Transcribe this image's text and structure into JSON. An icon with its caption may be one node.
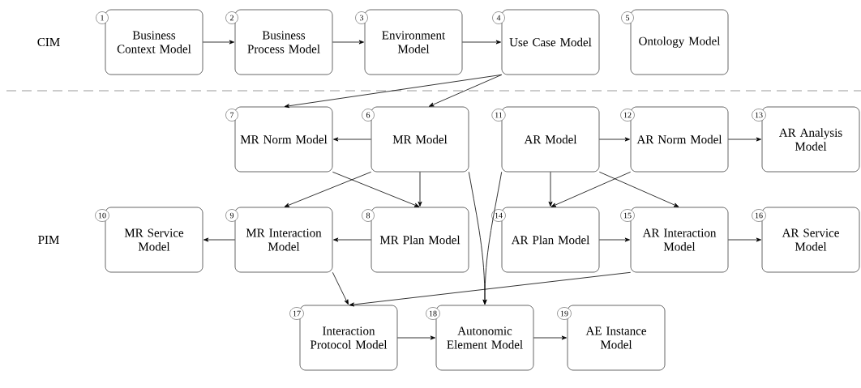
{
  "diagram": {
    "nodes": [
      {
        "text": [
          "Business Context Model"
        ],
        "beside": [
          "1"
        ]
      },
      {
        "text": [
          "Business Process Model"
        ],
        "beside": [
          "2"
        ]
      },
      {
        "text": [
          "Environment Model"
        ],
        "beside": [
          "3"
        ]
      },
      {
        "text": [
          "Use Case Model"
        ],
        "beside": [
          "4"
        ]
      },
      {
        "text": [
          "Ontology Model"
        ],
        "beside": [
          "5"
        ]
      },
      {
        "text": [
          "MR Norm Model"
        ],
        "beside": [
          "7"
        ]
      },
      {
        "text": [
          "MR Model"
        ],
        "beside": [
          "6"
        ]
      },
      {
        "text": [
          "AR Model"
        ],
        "beside": [
          "11"
        ]
      },
      {
        "text": [
          "AR Norm Model"
        ],
        "beside": [
          "12"
        ]
      },
      {
        "text": [
          "AR Analysis Model"
        ],
        "beside": [
          "13"
        ]
      },
      {
        "text": [
          "MR Service Model"
        ],
        "beside": [
          "10"
        ]
      },
      {
        "text": [
          "MR Interaction Model"
        ],
        "beside": [
          "9"
        ]
      },
      {
        "text": [
          "MR Plan Model"
        ],
        "beside": [
          "8"
        ]
      },
      {
        "text": [
          "AR Plan Model"
        ],
        "beside": [
          "14"
        ]
      },
      {
        "text": [
          "AR Interaction Model"
        ],
        "beside": [
          "15"
        ]
      },
      {
        "text": [
          "AR Service Model"
        ],
        "beside": [
          "16"
        ]
      },
      {
        "text": [
          "Interaction Protocol Model"
        ],
        "beside": [
          "17"
        ]
      },
      {
        "text": [
          "Autonomic Element Model"
        ],
        "beside": [
          "18"
        ]
      },
      {
        "text": [
          "AE Instance Model"
        ],
        "beside": [
          "19"
        ]
      }
    ],
    "edges": [
      {
        "from": 0,
        "to": 1,
        "arrow": "to"
      },
      {
        "from": 1,
        "to": 2,
        "arrow": "to"
      },
      {
        "from": 2,
        "to": 3,
        "arrow": "to"
      },
      {
        "from": 3,
        "to": 5,
        "arrow": "to"
      },
      {
        "from": 3,
        "to": 6,
        "arrow": "to"
      },
      {
        "from": 6,
        "to": 5,
        "arrow": "to"
      },
      {
        "from": 6,
        "to": 11,
        "arrow": "to"
      },
      {
        "from": 5,
        "to": 12,
        "arrow": "to"
      },
      {
        "from": 6,
        "to": 12,
        "arrow": "to"
      },
      {
        "from": 12,
        "to": 11,
        "arrow": "to"
      },
      {
        "from": 11,
        "to": 10,
        "arrow": "to"
      },
      {
        "from": 11,
        "to": 16,
        "arrow": "to"
      },
      {
        "from": 6,
        "to": 17,
        "arrow": "to"
      },
      {
        "from": 7,
        "to": 17,
        "arrow": "to"
      },
      {
        "from": 7,
        "to": 8,
        "arrow": "to"
      },
      {
        "from": 8,
        "to": 9,
        "arrow": "to"
      },
      {
        "from": 7,
        "to": 13,
        "arrow": "to"
      },
      {
        "from": 8,
        "to": 13,
        "arrow": "to"
      },
      {
        "from": 7,
        "to": 14,
        "arrow": "to"
      },
      {
        "from": 13,
        "to": 14,
        "arrow": "to"
      },
      {
        "from": 14,
        "to": 15,
        "arrow": "to"
      },
      {
        "from": 14,
        "to": 16,
        "arrow": "to"
      },
      {
        "from": 16,
        "to": 17,
        "arrow": "to"
      },
      {
        "from": 17,
        "to": 18,
        "arrow": "to"
      }
    ],
    "labels": [
      "CIM",
      "PIM"
    ]
  }
}
